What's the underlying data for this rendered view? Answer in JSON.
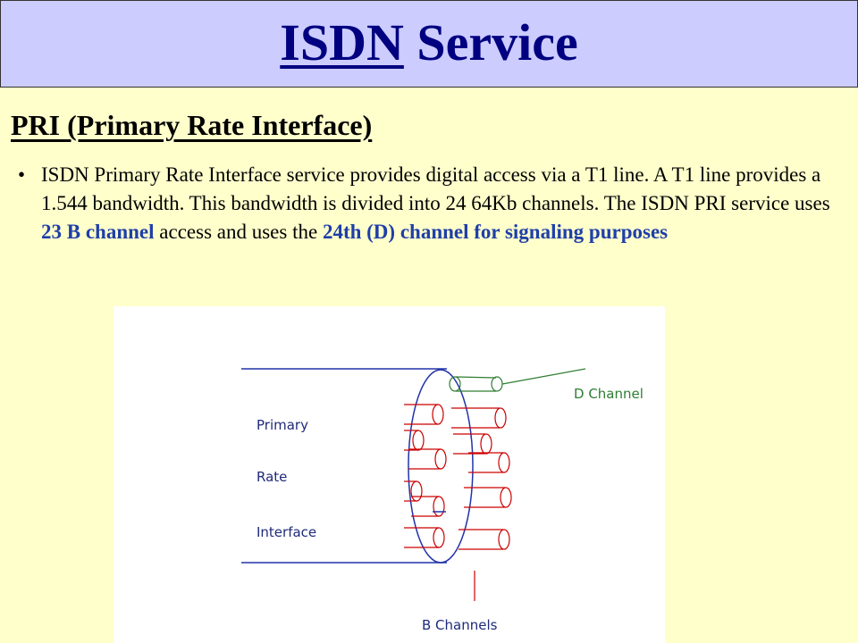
{
  "header": {
    "title_part1": "ISDN",
    "title_part2": "Service"
  },
  "section": {
    "heading": "PRI (Primary Rate Interface)",
    "bullet": {
      "symbol": "•",
      "text_before": "ISDN Primary Rate Interface service provides digital access via a T1 line. A T1 line provides a 1.544 bandwidth. This bandwidth is divided into 24 64Kb channels. The ISDN PRI service uses ",
      "highlight_1": "23 B channel",
      "text_middle": " access and uses the ",
      "highlight_2": "24th (D) channel for signaling purposes"
    }
  },
  "diagram": {
    "label_primary": "Primary",
    "label_rate": "Rate",
    "label_interface": "Interface",
    "label_d_channel": "D Channel",
    "label_b_channels": "B Channels"
  },
  "colors": {
    "background": "#FFFFCC",
    "title_bar": "#CCCCFF",
    "title_text": "#000080",
    "highlight": "#1F3FA8",
    "d_channel": "#2E7D32",
    "b_channel": "#CC0000",
    "cable": "#2233AA"
  }
}
